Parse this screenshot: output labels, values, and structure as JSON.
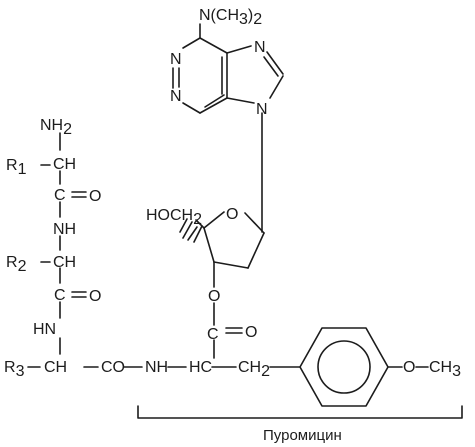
{
  "atoms": {
    "nme2": "N(CH",
    "nme2_sub": "3",
    "nme2_close": ")",
    "nme2_sub2": "2",
    "n_pur1": "N",
    "n_pur3": "N",
    "n_pur7": "N",
    "n_pur9": "N",
    "nh2": "NH",
    "nh2_sub": "2",
    "r1": "R",
    "r1_sub": "1",
    "ch_1": "CH",
    "co_1": "C",
    "o_1": "O",
    "nh_1": "NH",
    "r2": "R",
    "r2_sub": "2",
    "ch_2": "CH",
    "co_2": "C",
    "o_2": "O",
    "hn_3": "HN",
    "r3": "R",
    "r3_sub": "3",
    "ch_3": "CH",
    "co_link": "CO",
    "nh_link": "NH",
    "hc": "HC",
    "ch2_b": "CH",
    "ch2_b_sub": "2",
    "ome": "O",
    "ch3": "CH",
    "ch3_sub": "3",
    "hoch2": "HOCH",
    "hoch2_sub": "2",
    "o_ring": "O",
    "o_ester": "O",
    "c_ester": "C",
    "o_ester_dbl": "O"
  },
  "caption": "Пуромицин"
}
